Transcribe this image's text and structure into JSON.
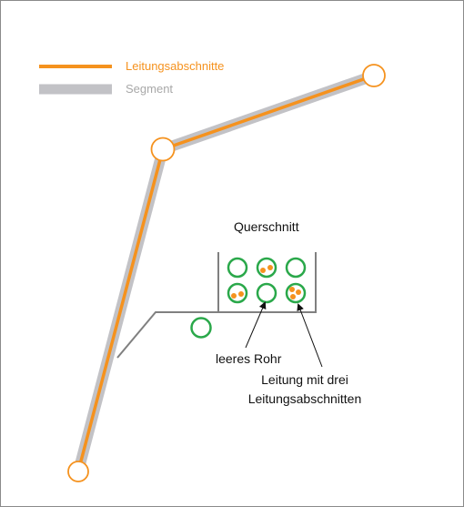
{
  "legend": {
    "cable_label": "Leitungsabschnitte",
    "segment_label": "Segment"
  },
  "cross_section": {
    "title": "Querschnitt",
    "annotation_empty": "leeres Rohr",
    "annotation_cable_line1": "Leitung mit drei",
    "annotation_cable_line2": "Leitungsabschnitten"
  },
  "colors": {
    "cable": "#f5921e",
    "segment": "#c2c2c6",
    "pipe": "#2aa84a",
    "node_fill": "#ffffff",
    "outline": "#808080",
    "arrow": "#111111"
  }
}
